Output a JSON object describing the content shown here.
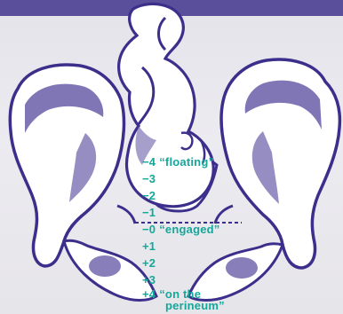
{
  "stations": [
    {
      "num": "−4",
      "label": "“floating”"
    },
    {
      "num": "−3",
      "label": ""
    },
    {
      "num": "−2",
      "label": ""
    },
    {
      "num": "−1",
      "label": ""
    },
    {
      "num": "−0",
      "label": "“engaged”"
    },
    {
      "num": "+1",
      "label": ""
    },
    {
      "num": "+2",
      "label": ""
    },
    {
      "num": "+3",
      "label": ""
    },
    {
      "num": "+4",
      "label": "“on the",
      "label_line2": "perineum”"
    }
  ],
  "colors": {
    "outline": "#3c2f8c",
    "bone_fill": "#ffffff",
    "bone_shade": "#6a5ea8",
    "station_text": "#15a79a",
    "background": "#e9e8ee"
  }
}
